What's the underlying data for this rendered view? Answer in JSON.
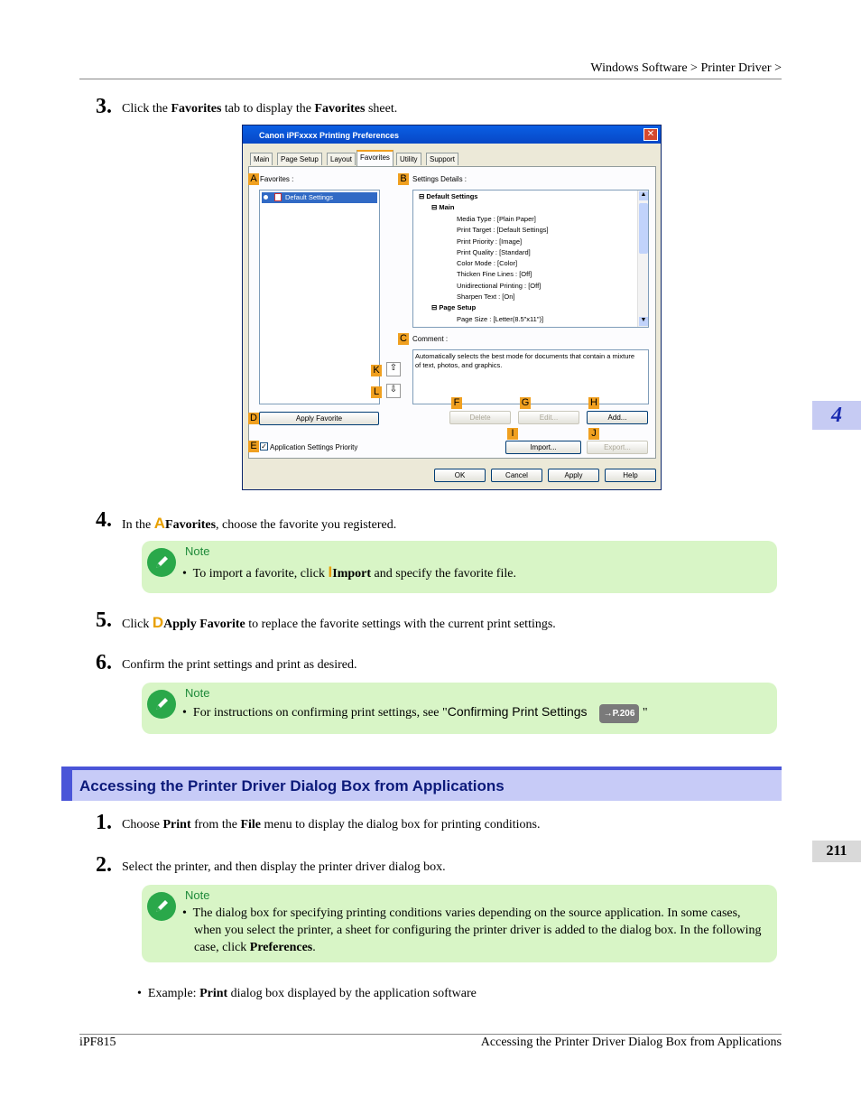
{
  "header": {
    "breadcrumb": "Windows Software > Printer Driver >"
  },
  "side": {
    "chapter": "4",
    "page": "211"
  },
  "steps": {
    "s3": {
      "num": "3.",
      "pre": "Click the ",
      "b1": "Favorites",
      "mid": " tab to display the ",
      "b2": "Favorites",
      "post": " sheet."
    },
    "s4": {
      "num": "4.",
      "pre": "In the ",
      "marker": "A",
      "b1": "Favorites",
      "post": ", choose the favorite you registered."
    },
    "s5": {
      "num": "5.",
      "pre": "Click ",
      "marker": "D",
      "b1": "Apply Favorite",
      "post": " to replace the favorite settings with the current print settings."
    },
    "s6": {
      "num": "6.",
      "text": "Confirm the print settings and print as desired."
    },
    "s1": {
      "num": "1.",
      "pre": "Choose ",
      "b1": "Print",
      "mid": " from the ",
      "b2": "File",
      "post": " menu to display the dialog box for printing conditions."
    },
    "s2": {
      "num": "2.",
      "text": "Select the printer, and then display the printer driver dialog box."
    }
  },
  "notes": {
    "n1": {
      "label": "Note",
      "bullet": "•",
      "pre": "To import a favorite, click ",
      "marker": "I",
      "b1": "Import",
      "post": " and specify the favorite file."
    },
    "n2": {
      "label": "Note",
      "bullet": "•",
      "pre": "For instructions on confirming print settings, see \"",
      "link": "Confirming Print Settings",
      "ref": "→P.206",
      "post": " \""
    },
    "n3": {
      "label": "Note",
      "bullet": "•",
      "pre": "The dialog box for specifying printing conditions varies depending on the source application. In some cases, when you select the printer, a sheet for configuring the printer driver is added to the dialog box. In the following case, click ",
      "b1": "Preferences",
      "post": "."
    }
  },
  "section": {
    "title": "Accessing the Printer Driver Dialog Box from Applications"
  },
  "example": {
    "bullet": "•",
    "pre": "Example: ",
    "b1": "Print",
    "post": " dialog box displayed by the application software"
  },
  "footer": {
    "left": "iPF815",
    "right": "Accessing the Printer Driver Dialog Box from Applications"
  },
  "dialog": {
    "title": "Canon iPFxxxx Printing Preferences",
    "close": "✕",
    "tabs": [
      "Main",
      "Page Setup",
      "Layout",
      "Favorites",
      "Utility",
      "Support"
    ],
    "favorites_label": "Favorites :",
    "favorite_item": "Default Settings",
    "settings_label": "Settings Details :",
    "tree": [
      "⊟  Default Settings",
      "⊟  Main",
      "Media Type : [Plain Paper]",
      "Print Target : [Default Settings]",
      "Print Priority : [Image]",
      "Print Quality : [Standard]",
      "Color Mode : [Color]",
      "Thicken Fine Lines : [Off]",
      "Unidirectional Printing : [Off]",
      "Sharpen Text : [On]",
      "⊟  Page Setup",
      "Page Size : [Letter(8.5\"x11\")]"
    ],
    "comment_label": "Comment :",
    "comment": "Automatically selects the best mode for documents that contain a mixture of text, photos, and graphics.",
    "markers": {
      "A": "A",
      "B": "B",
      "C": "C",
      "D": "D",
      "E": "E",
      "F": "F",
      "G": "G",
      "H": "H",
      "I": "I",
      "J": "J",
      "K": "K",
      "L": "L"
    },
    "buttons": {
      "apply_favorite": "Apply Favorite",
      "delete": "Delete",
      "edit": "Edit...",
      "add": "Add...",
      "import": "Import...",
      "export": "Export...",
      "ok": "OK",
      "cancel": "Cancel",
      "apply": "Apply",
      "help": "Help"
    },
    "app_settings_priority": "Application Settings Priority",
    "app_settings_checked": true
  }
}
